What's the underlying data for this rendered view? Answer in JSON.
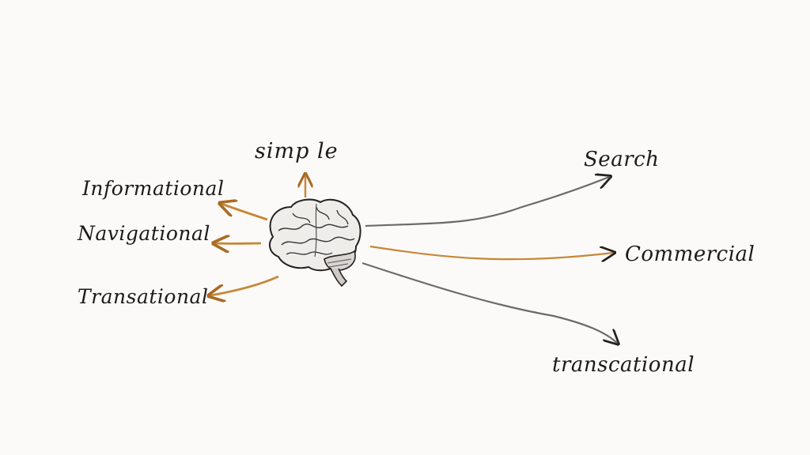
{
  "diagram": {
    "center_icon": "brain-icon",
    "top_node": {
      "label": "simp le"
    },
    "left_nodes": [
      {
        "label": "Informational"
      },
      {
        "label": "Navigational"
      },
      {
        "label": "Transational"
      }
    ],
    "right_nodes": [
      {
        "label": "Search"
      },
      {
        "label": "Commercial"
      },
      {
        "label": "transcational"
      }
    ],
    "colors": {
      "background": "#fbfaf8",
      "ink": "#1b1b1b",
      "accent_orange": "#c88636",
      "arrow_gray": "#6b6b6b"
    }
  }
}
